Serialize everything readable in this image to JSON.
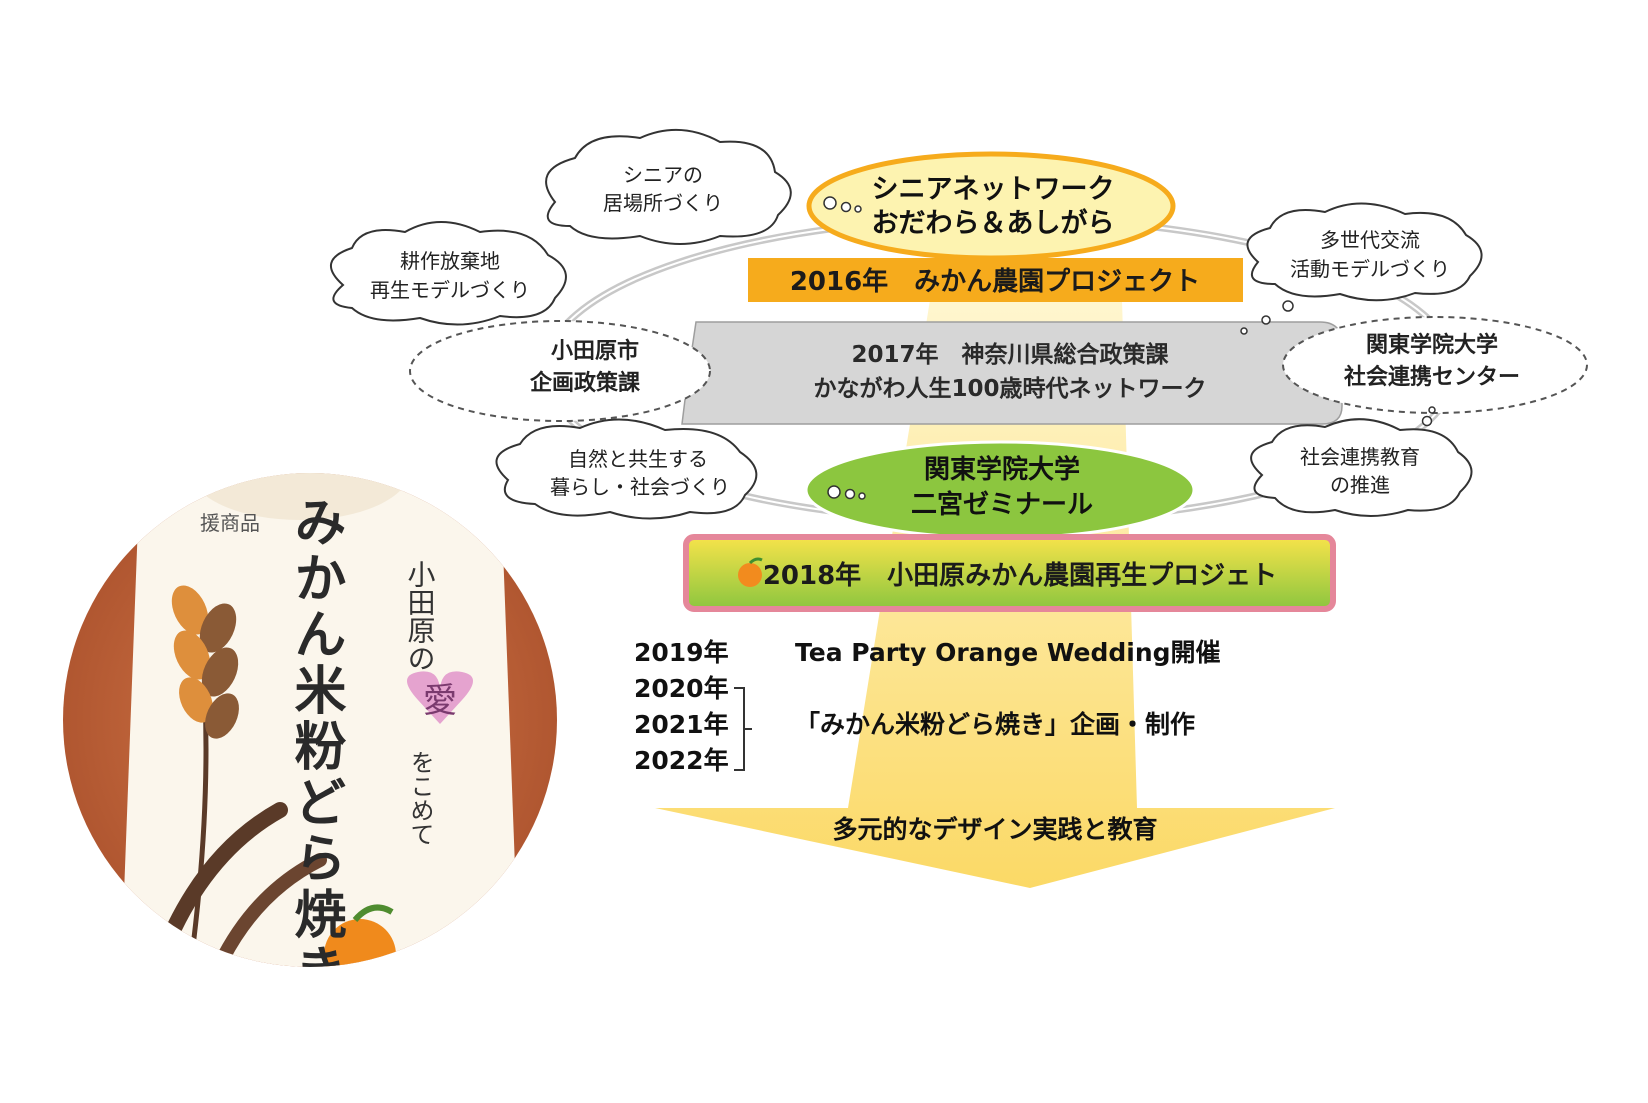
{
  "diagram": {
    "hub_senior": [
      "シニアネットワーク",
      "おだわら＆あしがら"
    ],
    "project_2016": "2016年　みかん農園プロジェクト",
    "project_2017": [
      "2017年　神奈川県総合政策課",
      "かながわ人生100歳時代ネットワーク"
    ],
    "hub_kanto": [
      "関東学院大学",
      "二宮ゼミナール"
    ],
    "project_2018": "2018年　小田原みかん農園再生プロジェト",
    "clouds": {
      "senior_place": [
        "シニアの",
        "居場所づくり"
      ],
      "farmland": [
        "耕作放棄地",
        "再生モデルづくり"
      ],
      "odawara_city": [
        "小田原市",
        "企画政策課"
      ],
      "nature": [
        "自然と共生する",
        "暮らし・社会づくり"
      ],
      "multigen": [
        "多世代交流",
        "活動モデルづくり"
      ],
      "kanto_center": [
        "関東学院大学",
        "社会連携センター"
      ],
      "social_edu": [
        "社会連携教育",
        "の推進"
      ]
    },
    "timeline": {
      "y2019": "2019年",
      "wedding": "Tea Party Orange Wedding開催",
      "y2020": "2020年",
      "y2021": "2021年",
      "y2022": "2022年",
      "dorayaki": "「みかん米粉どら焼き」企画・制作"
    },
    "arrow_label": "多元的なデザイン実践と教育"
  },
  "photo": {
    "main_title": "みかん米粉どら焼き",
    "tagline_before": "小田原の",
    "tagline_heart": "愛",
    "tagline_after": "をこめて",
    "corner_label": "援商品"
  },
  "colors": {
    "orange": "#f6ab1c",
    "yellow_hub": "#fdf3b0",
    "gray_band": "#d6d6d6",
    "green": "#8cc63f",
    "pink": "#e5879a",
    "arrow_light": "#fff3c4",
    "arrow_dark": "#fbd966"
  }
}
